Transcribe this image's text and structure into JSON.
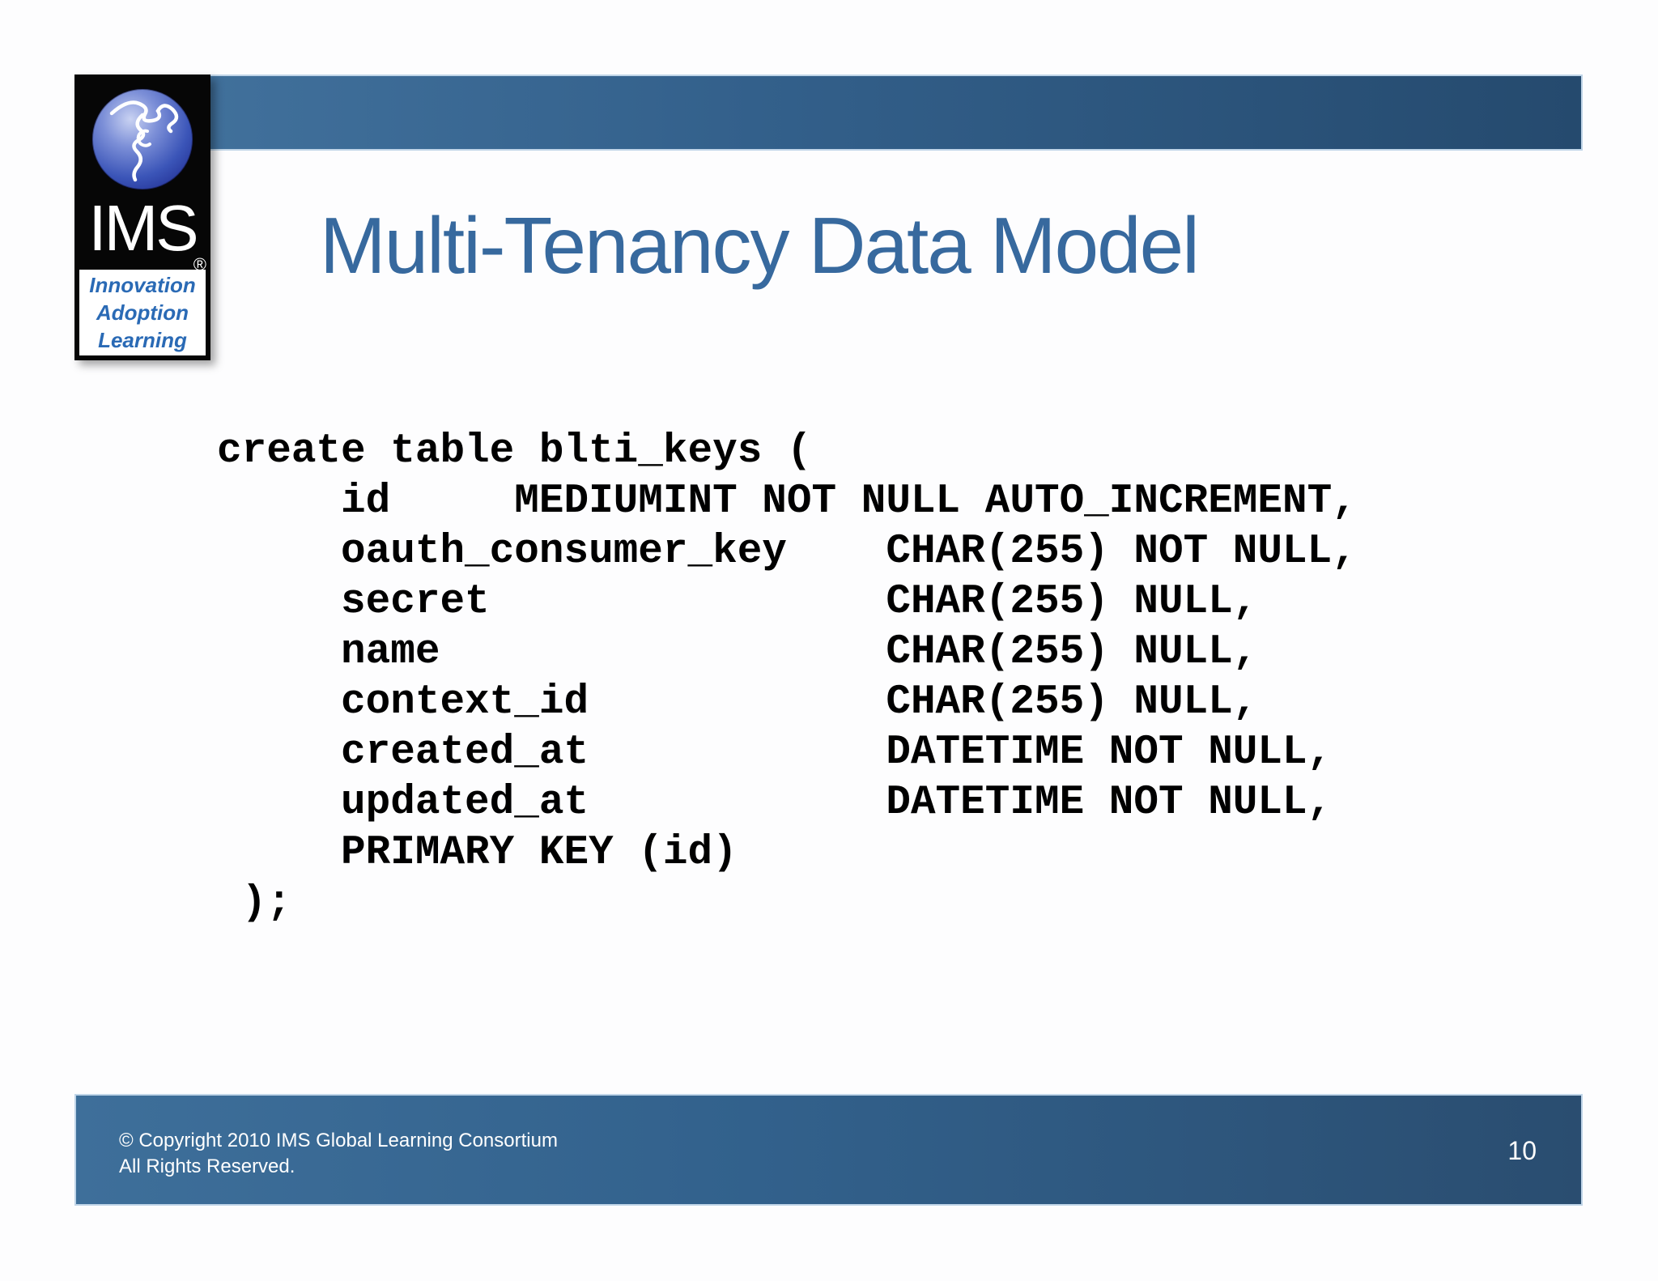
{
  "slide": {
    "title": "Multi-Tenancy Data Model",
    "logo": {
      "acronym": "IMS",
      "registered_mark": "®",
      "tagline_lines": [
        "Innovation",
        "Adoption",
        "Learning"
      ],
      "globe_icon": "globe-puzzle-icon"
    },
    "code_sql": "create table blti_keys (\n     id     MEDIUMINT NOT NULL AUTO_INCREMENT,\n     oauth_consumer_key    CHAR(255) NOT NULL,\n     secret                CHAR(255) NULL,\n     name                  CHAR(255) NULL,\n     context_id            CHAR(255) NULL,\n     created_at            DATETIME NOT NULL,\n     updated_at            DATETIME NOT NULL,\n     PRIMARY KEY (id)\n );",
    "footer": {
      "copyright_line1": "© Copyright 2010 IMS Global Learning Consortium",
      "copyright_line2": "All Rights Reserved.",
      "page_number": "10"
    },
    "colors": {
      "title_blue": "#37699e",
      "bar_gradient_left": "#41729d",
      "bar_gradient_right": "#254a6e",
      "logo_tagline_blue": "#2a6ab5",
      "code_text": "#000000"
    }
  }
}
